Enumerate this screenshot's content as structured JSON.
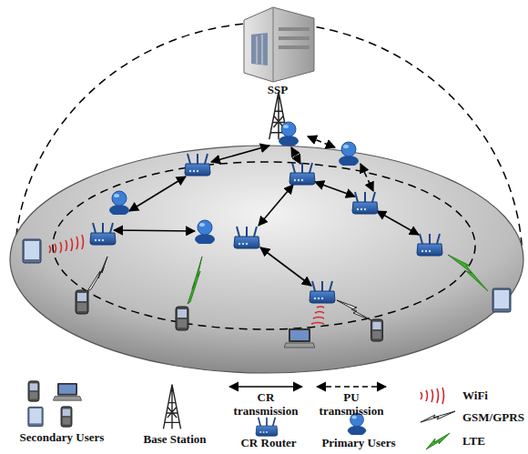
{
  "diagram": {
    "nodes": [
      {
        "text": [
          "SSP"
        ]
      }
    ],
    "legend": [
      {
        "text": "Secondary Users"
      },
      {
        "text": "Base Station"
      },
      {
        "text": "CR transmission"
      },
      {
        "text": "PU transmission"
      },
      {
        "text": "CR Router"
      },
      {
        "text": "Primary Users"
      },
      {
        "text": "WiFi"
      },
      {
        "text": "GSM/GPRS"
      },
      {
        "text": "LTE"
      }
    ]
  }
}
